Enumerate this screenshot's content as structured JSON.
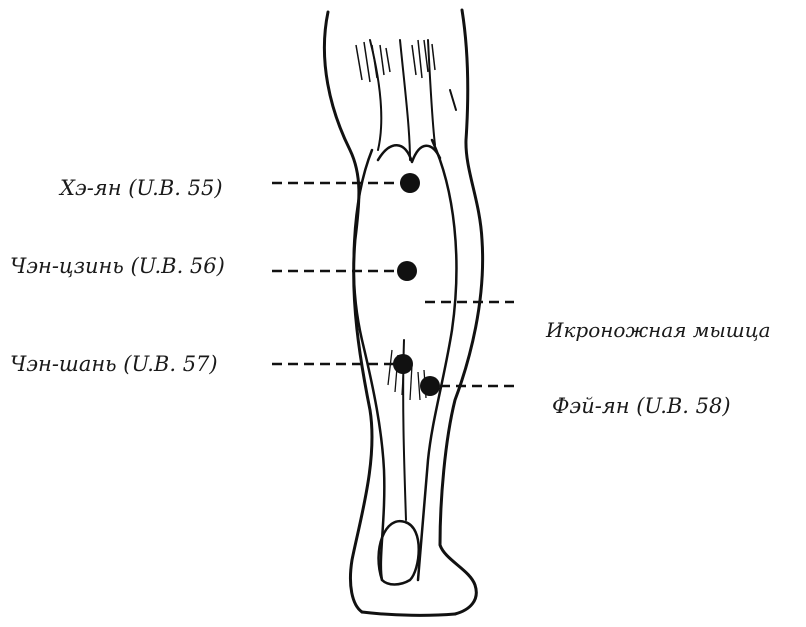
{
  "labels": {
    "point_55": "Хэ-ян (U.B. 55)",
    "point_56": "Чэн-цзинь (U.B. 56)",
    "point_57": "Чэн-шань (U.B. 57)",
    "point_58": "Фэй-ян (U.B. 58)",
    "muscle": "Икроножная мышца"
  }
}
